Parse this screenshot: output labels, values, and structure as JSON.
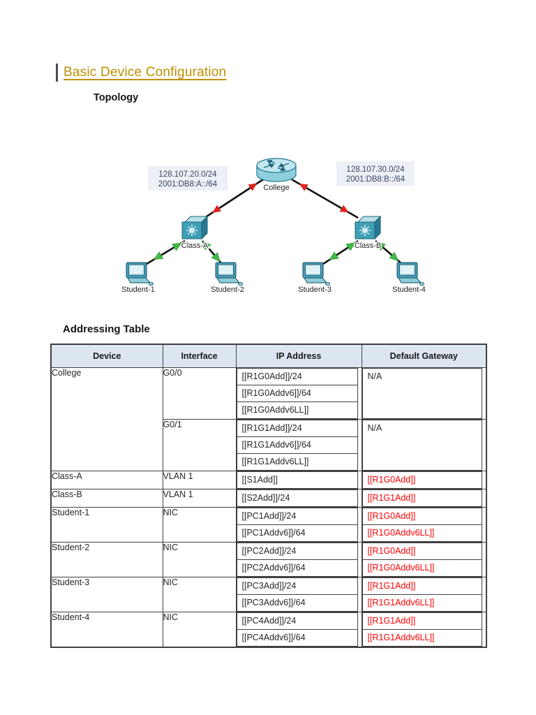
{
  "page": {
    "title": "Basic Device Configuration",
    "topology_heading": "Topology",
    "table_heading": "Addressing Table"
  },
  "topology": {
    "network_labels": [
      {
        "line1": "128.107.20.0/24",
        "line2": "2001:DB8:A::/64"
      },
      {
        "line1": "128.107.30.0/24",
        "line2": "2001:DB8:B::/64"
      }
    ],
    "devices": {
      "router": "College",
      "switch_a": "Class-A",
      "switch_b": "Class-B",
      "pc1": "Student-1",
      "pc2": "Student-2",
      "pc3": "Student-3",
      "pc4": "Student-4"
    }
  },
  "table": {
    "headers": [
      "Device",
      "Interface",
      "IP Address",
      "Default Gateway"
    ],
    "sections": [
      {
        "device": "College",
        "groups": [
          {
            "interface": "G0/0",
            "ips": [
              "[[R1G0Add]]/24",
              "[[R1G0Addv6]]/64",
              "[[R1G0Addv6LL]]"
            ],
            "gateway": [
              "N/A"
            ],
            "gateway_red": false
          },
          {
            "interface": "G0/1",
            "ips": [
              "[[R1G1Add]]/24",
              "[[R1G1Addv6]]/64",
              "[[R1G1Addv6LL]]"
            ],
            "gateway": [
              "N/A"
            ],
            "gateway_red": false
          }
        ]
      },
      {
        "device": "Class-A",
        "groups": [
          {
            "interface": "VLAN 1",
            "ips": [
              "[[S1Add]]"
            ],
            "gateway": [
              "[[R1G0Add]]"
            ],
            "gateway_red": true
          }
        ]
      },
      {
        "device": "Class-B",
        "groups": [
          {
            "interface": "VLAN 1",
            "ips": [
              "[[S2Add]]/24"
            ],
            "gateway": [
              "[[R1G1Add]]"
            ],
            "gateway_red": true
          }
        ]
      },
      {
        "device": "Student-1",
        "groups": [
          {
            "interface": "NIC",
            "ips": [
              "[[PC1Add]]/24",
              "[[PC1Addv6]]/64"
            ],
            "gateway": [
              "[[R1G0Add]]",
              "[[R1G0Addv6LL]]"
            ],
            "gateway_red": true
          }
        ]
      },
      {
        "device": "Student-2",
        "groups": [
          {
            "interface": "NIC",
            "ips": [
              "[[PC2Add]]/24",
              "[[PC2Addv6]]/64"
            ],
            "gateway": [
              "[[R1G0Add]]",
              "[[R1G0Addv6LL]]"
            ],
            "gateway_red": true
          }
        ]
      },
      {
        "device": "Student-3",
        "groups": [
          {
            "interface": "NIC",
            "ips": [
              "[[PC3Add]]/24",
              "[[PC3Addv6]]/64"
            ],
            "gateway": [
              "[[R1G1Add]]",
              "[[R1G1Addv6LL]]"
            ],
            "gateway_red": true
          }
        ]
      },
      {
        "device": "Student-4",
        "groups": [
          {
            "interface": "NIC",
            "ips": [
              "[[PC4Add]]/24",
              "[[PC4Addv6]]/64"
            ],
            "gateway": [
              "[[R1G1Add]]",
              "[[R1G1Addv6LL]]"
            ],
            "gateway_red": true
          }
        ]
      }
    ]
  },
  "colors": {
    "title_gold": "#BF8F00",
    "table_header_bg": "#DCE6F1",
    "gateway_red_text": "#FF0000",
    "link_line": "#111111",
    "red_triangle": "#DC2420",
    "green_triangle": "#3FBA47",
    "device_teal": "#3F9FB6",
    "network_label_bg": "#EDF0F7"
  }
}
